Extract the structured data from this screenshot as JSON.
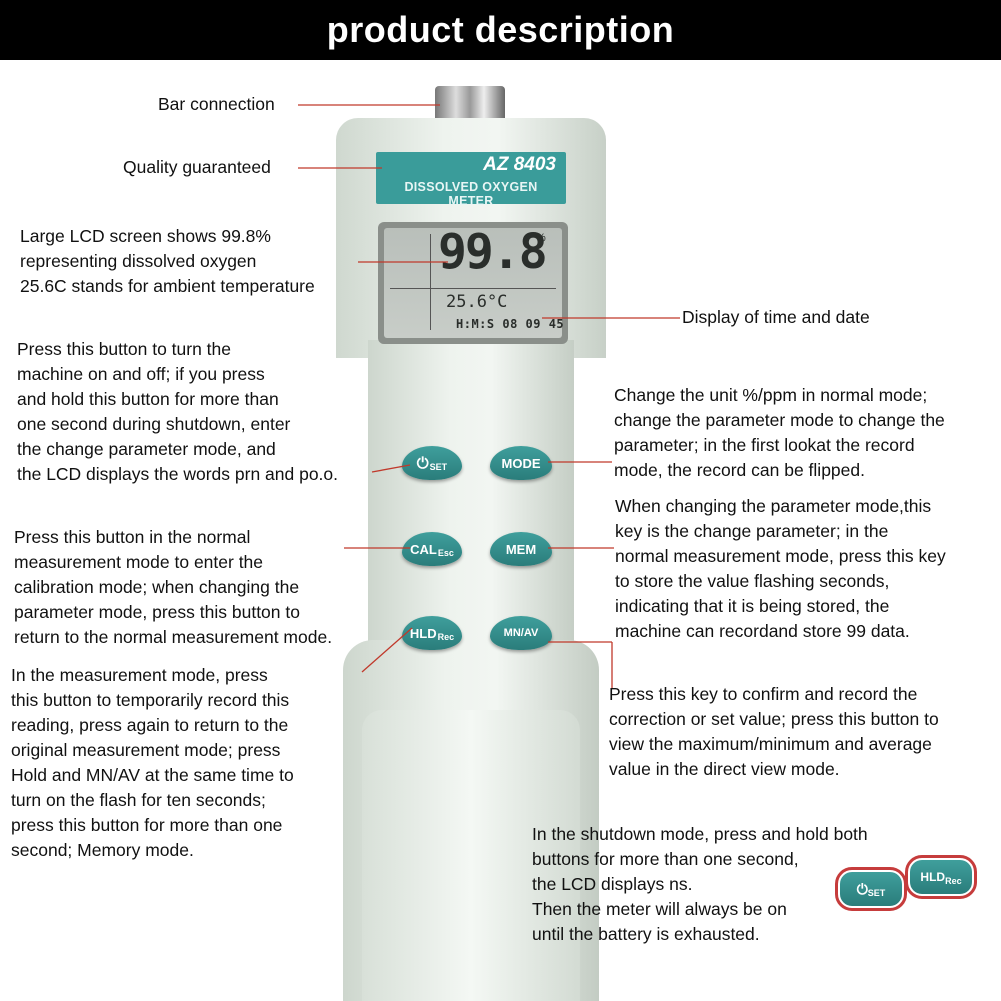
{
  "header": {
    "title": "product description"
  },
  "device": {
    "model": "AZ 8403",
    "name": "DISSOLVED OXYGEN METER",
    "lcd": {
      "reading": "99.8",
      "unit": "%",
      "temp": "25.6°C",
      "time": "H:M:S 08 09 45"
    },
    "buttons": {
      "power": {
        "main": "⏻",
        "sub": "SET"
      },
      "mode": {
        "main": "MODE",
        "sub": ""
      },
      "cal": {
        "main": "CAL",
        "sub": "Esc"
      },
      "mem": {
        "main": "MEM",
        "sub": ""
      },
      "hld": {
        "main": "HLD",
        "sub": "Rec"
      },
      "mnav": {
        "main": "MN/AV",
        "sub": ""
      }
    }
  },
  "annotations": {
    "bar_connection": "Bar connection",
    "quality": "Quality guaranteed",
    "lcd": "Large LCD screen shows 99.8%\nrepresenting dissolved oxygen\n25.6C stands for ambient temperature",
    "time_date": "Display of time and date",
    "power": "Press this button to turn the\nmachine on and off; if you press\nand hold this button for more than\none second during shutdown, enter\nthe change parameter mode, and\nthe LCD displays the words prn and po.o.",
    "mode": "Change the unit %/ppm in normal mode;\nchange the parameter mode to change the\nparameter; in the first lookat the record\nmode, the record can be flipped.",
    "cal": "Press this button in the normal\nmeasurement mode to enter the\ncalibration mode; when changing the\nparameter mode, press this button to\nreturn to the normal measurement mode.",
    "mem": "When changing the parameter mode,this\nkey is the change parameter; in the\nnormal measurement mode, press this key\nto store the value flashing seconds,\nindicating that it is being stored, the\nmachine can recordand store 99 data.",
    "hld": "In the measurement mode, press\nthis button to temporarily record this\nreading, press again to return to the\noriginal measurement mode; press\nHold and MN/AV at the same time to\nturn on the flash for ten seconds;\npress this button for more than one\nsecond; Memory mode.",
    "mnav": "Press this key to confirm and record the\ncorrection or set value; press this button to\nview the maximum/minimum and average\nvalue in the direct view mode.",
    "shutdown": "In the shutdown mode, press and hold both\nbuttons for more than one second,\nthe LCD displays ns.\nThen the meter will always be on\nuntil the battery is exhausted."
  },
  "colors": {
    "accent": "#2f8f8c",
    "leader_line": "#c0392b",
    "header_bg": "#000000"
  }
}
